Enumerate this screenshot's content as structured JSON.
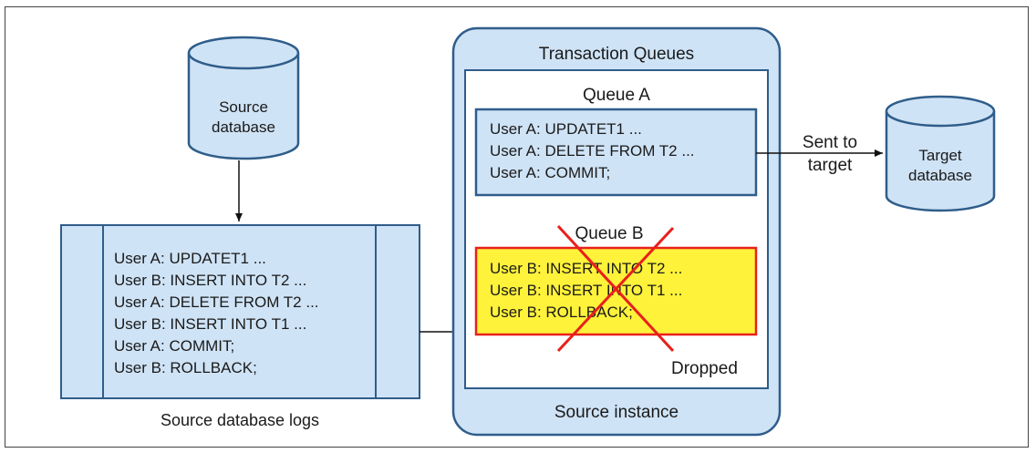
{
  "source_db": {
    "line1": "Source",
    "line2": "database"
  },
  "target_db": {
    "line1": "Target",
    "line2": "database"
  },
  "logs": {
    "caption": "Source database logs",
    "lines": [
      "User A: UPDATET1 ...",
      "User B: INSERT INTO T2 ...",
      "User A: DELETE FROM T2 ...",
      "User B: INSERT INTO T1 ...",
      "User A: COMMIT;",
      "User B: ROLLBACK;"
    ]
  },
  "instance": {
    "title": "Transaction Queues",
    "caption": "Source instance",
    "queue_a": {
      "title": "Queue A",
      "lines": [
        "User A: UPDATET1 ...",
        "User A: DELETE FROM T2 ...",
        "User A: COMMIT;"
      ]
    },
    "queue_b": {
      "title": "Queue B",
      "lines": [
        "User B: INSERT INTO T2 ...",
        "User B: INSERT INTO T1 ...",
        "User B: ROLLBACK;"
      ],
      "status": "Dropped"
    }
  },
  "edge_label": {
    "line1": "Sent to",
    "line2": "target"
  },
  "colors": {
    "fill_light_blue": "#cfe3f6",
    "stroke_blue": "#2f5d8a",
    "queue_b_fill": "#fff23a",
    "cross_red": "#e8201c"
  }
}
